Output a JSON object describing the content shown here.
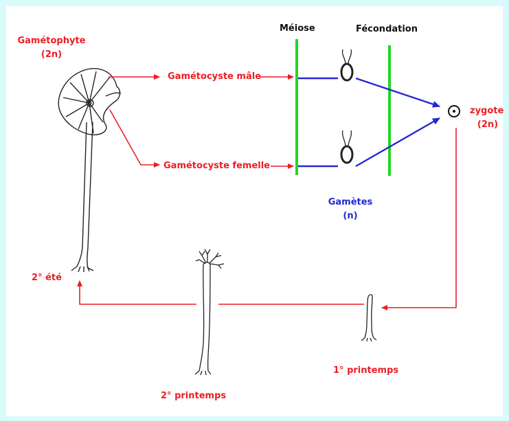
{
  "colors": {
    "background": "#d9fbfc",
    "panel": "#ffffff",
    "red": "#ee1c24",
    "blue": "#2427d6",
    "green": "#22d622",
    "black": "#111111"
  },
  "labels": {
    "meiose": "Méiose",
    "fecondation": "Fécondation",
    "gametophyte": "Gamétophyte",
    "gametophyte_ploidy": "(2n)",
    "gametocyste_male": "Gamétocyste mâle",
    "gametocyste_femelle": "Gamétocyste femelle",
    "zygote": "zygote",
    "zygote_ploidy": "(2n)",
    "gametes": "Gamètes",
    "gametes_ploidy": "(n)",
    "ete2": "2° été",
    "printemps1": "1° printemps",
    "printemps2": "2° printemps"
  },
  "icons": {
    "gametophyte": "umbrella-alga-icon",
    "gamete": "biflagellate-gamete-icon",
    "zygote": "zygote-cell-icon",
    "young_plant_1": "young-alga-stalk-icon",
    "young_plant_2": "whorled-alga-icon"
  }
}
